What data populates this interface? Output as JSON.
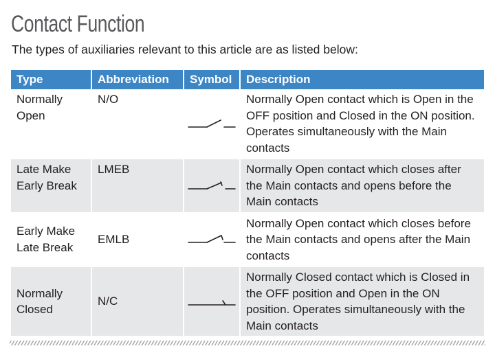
{
  "title": "Contact Function",
  "subtitle": "The types of auxiliaries relevant to this article are as listed below:",
  "table": {
    "headers": [
      "Type",
      "Abbreviation",
      "Symbol",
      "Description"
    ],
    "rows": [
      {
        "type_line1": "Normally",
        "type_line2": "Open",
        "abbreviation": "N/O",
        "symbol": "normally-open-contact-symbol",
        "description": "Normally Open contact which is Open in the OFF position and Closed in the ON position. Operates simultaneously with the Main contacts"
      },
      {
        "type_line1": "Late Make",
        "type_line2": "Early Break",
        "abbreviation": "LMEB",
        "symbol": "late-make-early-break-contact-symbol",
        "description": "Normally Open contact which closes after the Main contacts and opens before the Main contacts"
      },
      {
        "type_line1": "Early Make",
        "type_line2": "Late Break",
        "abbreviation": "EMLB",
        "symbol": "early-make-late-break-contact-symbol",
        "description": "Normally Open contact which closes before the Main contacts and opens after the Main contacts"
      },
      {
        "type_line1": "Normally",
        "type_line2": "Closed",
        "abbreviation": "N/C",
        "symbol": "normally-closed-contact-symbol",
        "description": "Normally Closed contact which is Closed in the OFF position and Open in the ON position.  Operates simultaneously with the Main contacts"
      }
    ]
  },
  "colors": {
    "header_bg": "#3d86c6",
    "row_shade": "#e6e7e8",
    "title": "#58595b"
  }
}
